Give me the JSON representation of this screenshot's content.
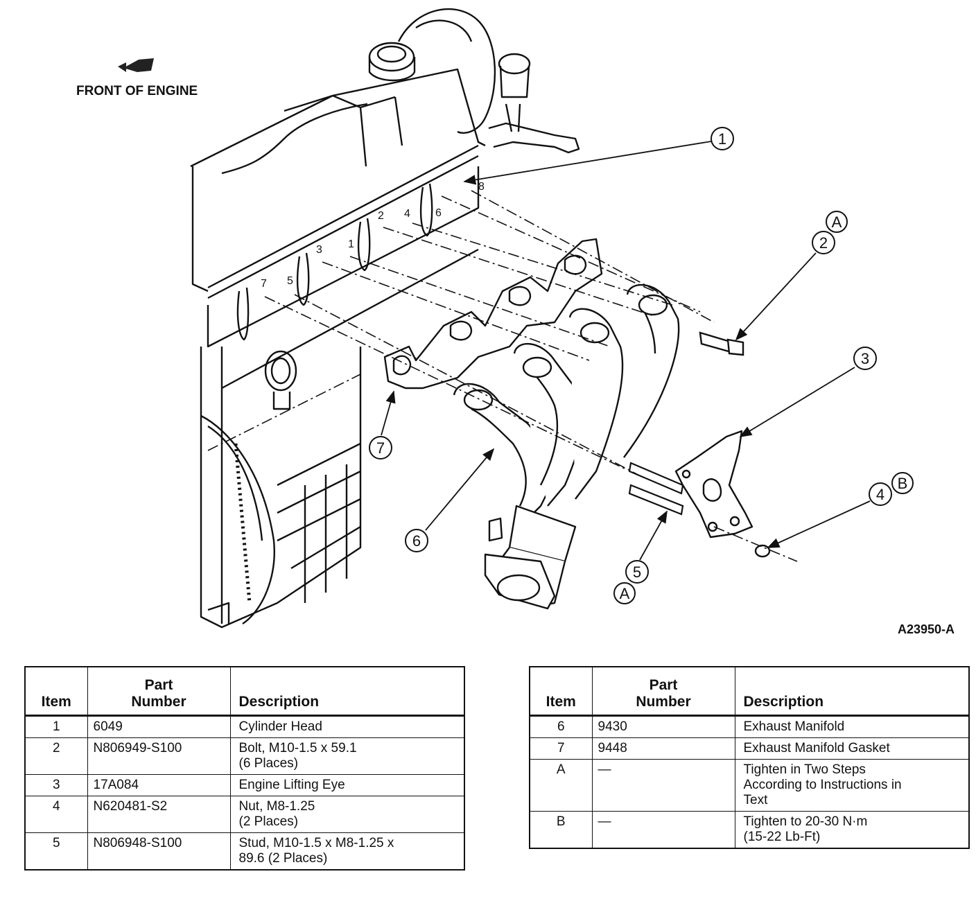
{
  "figure": {
    "front_label": "FRONT OF ENGINE",
    "figure_id": "A23950-A",
    "callouts": [
      "1",
      "2",
      "3",
      "4",
      "5",
      "6",
      "7",
      "A",
      "B"
    ],
    "port_numbers": [
      "1",
      "2",
      "3",
      "4",
      "5",
      "6",
      "7",
      "8"
    ],
    "icons": [
      "front-direction-arrow-icon"
    ]
  },
  "table_headers": {
    "item": "Item",
    "part_number_l1": "Part",
    "part_number_l2": "Number",
    "description": "Description"
  },
  "parts_left": [
    {
      "item": "1",
      "part": "6049",
      "desc": [
        "Cylinder Head"
      ]
    },
    {
      "item": "2",
      "part": "N806949-S100",
      "desc": [
        "Bolt, M10-1.5 x 59.1",
        "(6 Places)"
      ]
    },
    {
      "item": "3",
      "part": "17A084",
      "desc": [
        "Engine Lifting Eye"
      ]
    },
    {
      "item": "4",
      "part": "N620481-S2",
      "desc": [
        "Nut, M8-1.25",
        "(2 Places)"
      ]
    },
    {
      "item": "5",
      "part": "N806948-S100",
      "desc": [
        "Stud, M10-1.5 x M8-1.25 x",
        "89.6 (2 Places)"
      ]
    }
  ],
  "parts_right": [
    {
      "item": "6",
      "part": "9430",
      "desc": [
        "Exhaust Manifold"
      ]
    },
    {
      "item": "7",
      "part": "9448",
      "desc": [
        "Exhaust Manifold Gasket"
      ]
    },
    {
      "item": "A",
      "part": "—",
      "desc": [
        "Tighten in Two Steps",
        "According to Instructions in",
        "Text"
      ]
    },
    {
      "item": "B",
      "part": "—",
      "desc": [
        "Tighten to 20-30 N·m",
        "(15-22 Lb-Ft)"
      ]
    }
  ]
}
